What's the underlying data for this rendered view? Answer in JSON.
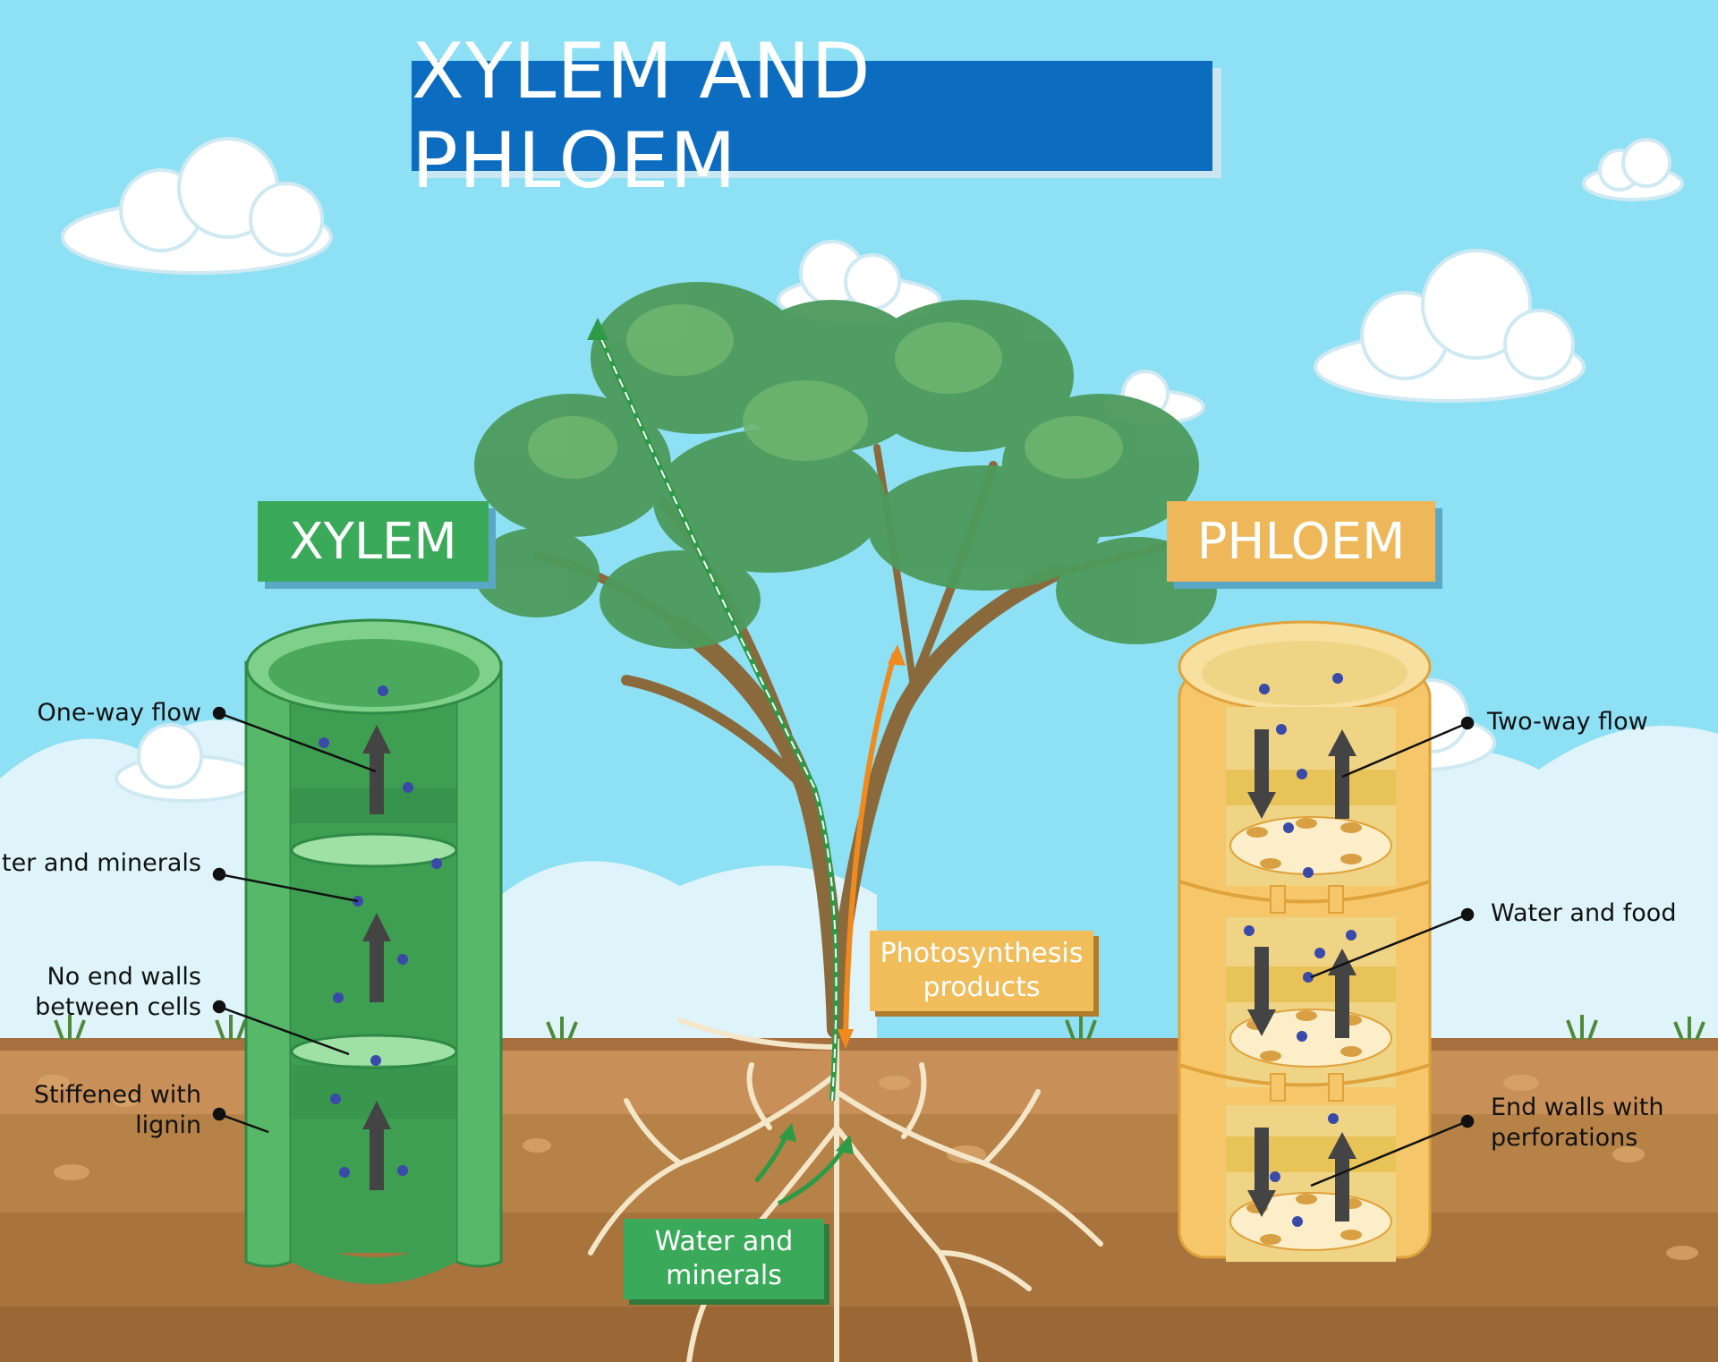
{
  "title": "XYLEM AND PHLOEM",
  "xylem": {
    "heading": "XYLEM",
    "labels": {
      "one_way_flow": "One-way flow",
      "water_minerals": "ter and minerals",
      "no_end_walls_1": "No end walls",
      "no_end_walls_2": "between cells",
      "lignin_1": "Stiffened with",
      "lignin_2": "lignin"
    },
    "color": "#3aaa5a"
  },
  "phloem": {
    "heading": "PHLOEM",
    "labels": {
      "two_way_flow": "Two-way flow",
      "water_food": "Water and food",
      "end_walls_1": "End walls with",
      "end_walls_2": "perforations"
    },
    "color": "#eeb85a"
  },
  "tree_tags": {
    "water_1": "Water and",
    "water_2": "minerals",
    "photo_1": "Photosynthesis",
    "photo_2": "products"
  },
  "colors": {
    "sky": "#8ee0f4",
    "title_bg": "#0b6cc0",
    "soil": "#c08a52",
    "xylem_green": "#3aaa5a",
    "phloem_yellow": "#f3c45e"
  }
}
